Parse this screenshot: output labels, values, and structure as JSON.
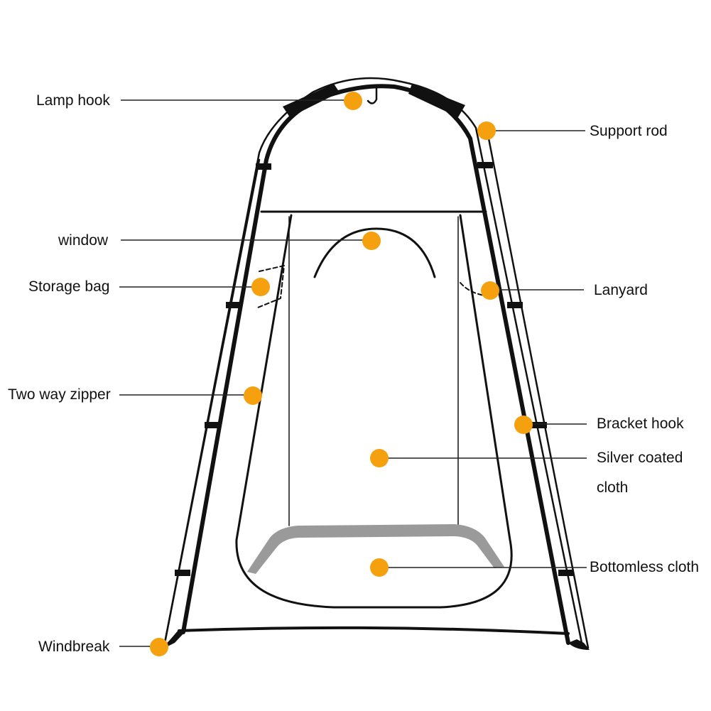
{
  "colors": {
    "marker": "#F5A00F",
    "outline": "#111111",
    "floor": "#9a9a9a",
    "background": "#ffffff"
  },
  "callouts": [
    {
      "id": "lamp-hook",
      "text": "Lamp hook"
    },
    {
      "id": "support-rod",
      "text": "Support rod"
    },
    {
      "id": "window",
      "text": "window"
    },
    {
      "id": "storage-bag",
      "text": "Storage bag"
    },
    {
      "id": "lanyard",
      "text": "Lanyard"
    },
    {
      "id": "two-way-zipper",
      "text": "Two way zipper"
    },
    {
      "id": "bracket-hook",
      "text": "Bracket hook"
    },
    {
      "id": "silver-coated-cloth",
      "text": "Silver coated",
      "text2": "cloth"
    },
    {
      "id": "bottomless-cloth",
      "text": "Bottomless cloth"
    },
    {
      "id": "windbreak",
      "text": "Windbreak"
    }
  ]
}
